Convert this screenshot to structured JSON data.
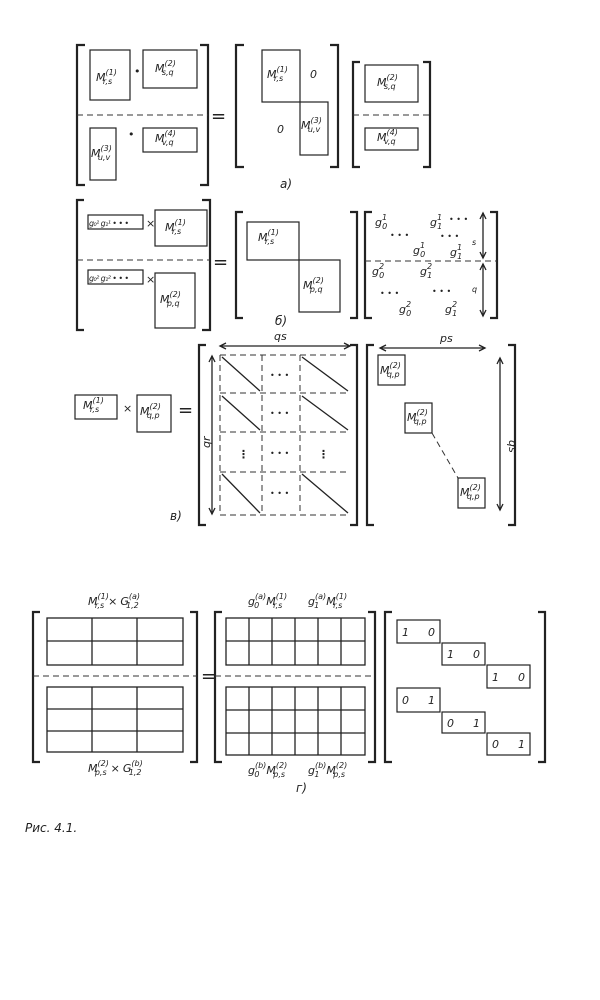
{
  "figure_caption": "Рис. 4.1.",
  "op": {
    "dot": "•",
    "times": "×",
    "equals": "=",
    "ellipsis": "• • •",
    "vdots": "⋮",
    "zero": "0",
    "one": "1"
  },
  "panel_a": {
    "label": "а)",
    "M1": {
      "base": "M",
      "sup": "(1)",
      "sub": "r,s"
    },
    "M2": {
      "base": "M",
      "sup": "(2)",
      "sub": "s,q"
    },
    "M3": {
      "base": "M",
      "sup": "(3)",
      "sub": "u,v"
    },
    "M4": {
      "base": "M",
      "sup": "(4)",
      "sub": "v,q"
    }
  },
  "panel_b": {
    "label": "б)",
    "g_row1": "g₀¹ g₁¹ • • •",
    "g_row2": "g₀² g₁² • • •",
    "M1": {
      "base": "M",
      "sup": "(1)",
      "sub": "r,s"
    },
    "M2": {
      "base": "M",
      "sup": "(2)",
      "sub": "p,q"
    },
    "g01": {
      "base": "g",
      "sup": "1",
      "sub": "0"
    },
    "g11": {
      "base": "g",
      "sup": "1",
      "sub": "1"
    },
    "g02": {
      "base": "g",
      "sup": "2",
      "sub": "0"
    },
    "g12": {
      "base": "g",
      "sup": "2",
      "sub": "1"
    },
    "dim_s": "s",
    "dim_q": "q"
  },
  "panel_c": {
    "label": "в)",
    "M1": {
      "base": "M",
      "sup": "(1)",
      "sub": "r,s"
    },
    "M2": {
      "base": "M",
      "sup": "(2)",
      "sub": "q,p"
    },
    "dim_qs_top": "qs",
    "dim_qr": "qr",
    "dim_ps": "ps",
    "dim_qs_right": "qs"
  },
  "panel_d": {
    "label": "г)",
    "top_left": {
      "base": "M",
      "sup": "(1)",
      "sub": "r,s",
      "op": "×",
      "base2": "G",
      "sup2": "(a)",
      "sub2": "1,2"
    },
    "bottom_left": {
      "base": "M",
      "sup": "(2)",
      "sub": "p,s",
      "op": "×",
      "base2": "G",
      "sup2": "(b)",
      "sub2": "1,2"
    },
    "top_mid_0": {
      "g": "g",
      "gsub": "0",
      "gsup": "(a)",
      "base": "M",
      "sup": "(1)",
      "sub": "r,s"
    },
    "top_mid_1": {
      "g": "g",
      "gsub": "1",
      "gsup": "(a)",
      "base": "M",
      "sup": "(1)",
      "sub": "r,s"
    },
    "bot_mid_0": {
      "g": "g",
      "gsub": "0",
      "gsup": "(b)",
      "base": "M",
      "sup": "(2)",
      "sub": "p,s"
    },
    "bot_mid_1": {
      "g": "g",
      "gsub": "1",
      "gsup": "(b)",
      "base": "M",
      "sup": "(2)",
      "sub": "p,s"
    },
    "blocks": [
      [
        "1",
        "0"
      ],
      [
        "1",
        "0"
      ],
      [
        "1",
        "0"
      ],
      [
        "0",
        "1"
      ],
      [
        "0",
        "1"
      ],
      [
        "0",
        "1"
      ]
    ]
  }
}
